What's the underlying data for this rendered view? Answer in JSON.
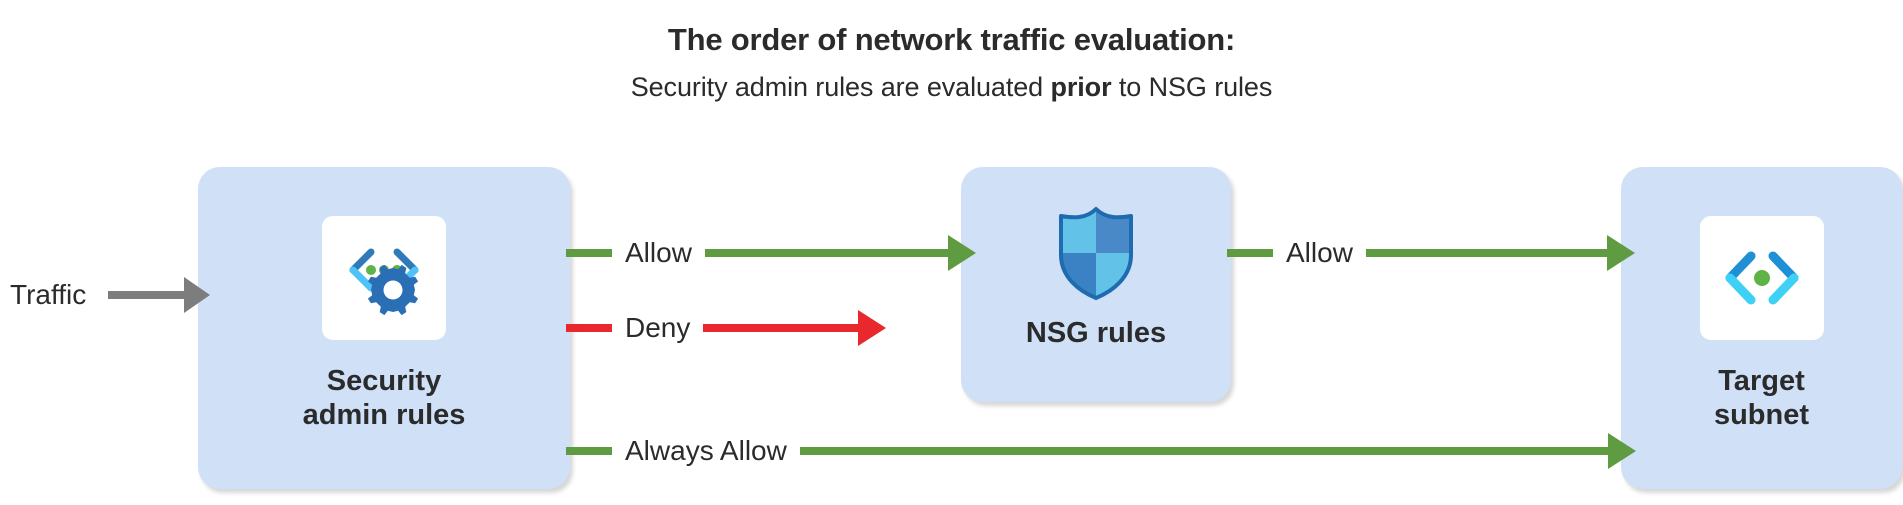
{
  "heading": {
    "title": "The order of network traffic evaluation:",
    "subtitle_before": "Security admin rules are evaluated ",
    "subtitle_emphasis": "prior",
    "subtitle_after": " to NSG rules"
  },
  "nodes": [
    {
      "id": "security-admin-rules",
      "label": "Security\nadmin rules",
      "icon": "security-admin-rules-icon",
      "fill": "#cfe0f7"
    },
    {
      "id": "nsg-rules",
      "label": "NSG rules",
      "icon": "shield-icon",
      "fill": "#cfe0f7"
    },
    {
      "id": "target-subnet",
      "label": "Target\nsubnet",
      "icon": "subnet-code-brackets-icon",
      "fill": "#cfe0f7"
    }
  ],
  "connectors": [
    {
      "id": "traffic",
      "label": "Traffic",
      "color": "#7d7d7d",
      "from": "",
      "to": "security-admin-rules"
    },
    {
      "id": "allow-to-nsg",
      "label": "Allow",
      "color": "#5f9b41",
      "from": "security-admin-rules",
      "to": "nsg-rules"
    },
    {
      "id": "deny",
      "label": "Deny",
      "color": "#e8282c",
      "from": "security-admin-rules",
      "to": ""
    },
    {
      "id": "allow-to-subnet",
      "label": "Allow",
      "color": "#5f9b41",
      "from": "nsg-rules",
      "to": "target-subnet"
    },
    {
      "id": "always-allow",
      "label": "Always Allow",
      "color": "#5f9b41",
      "from": "security-admin-rules",
      "to": "target-subnet"
    }
  ],
  "colors": {
    "allow": "#5f9b41",
    "deny": "#e8282c",
    "traffic": "#7d7d7d",
    "node_fill": "#cfe0f7",
    "text": "#2b2b2b",
    "background": "#ffffff"
  }
}
